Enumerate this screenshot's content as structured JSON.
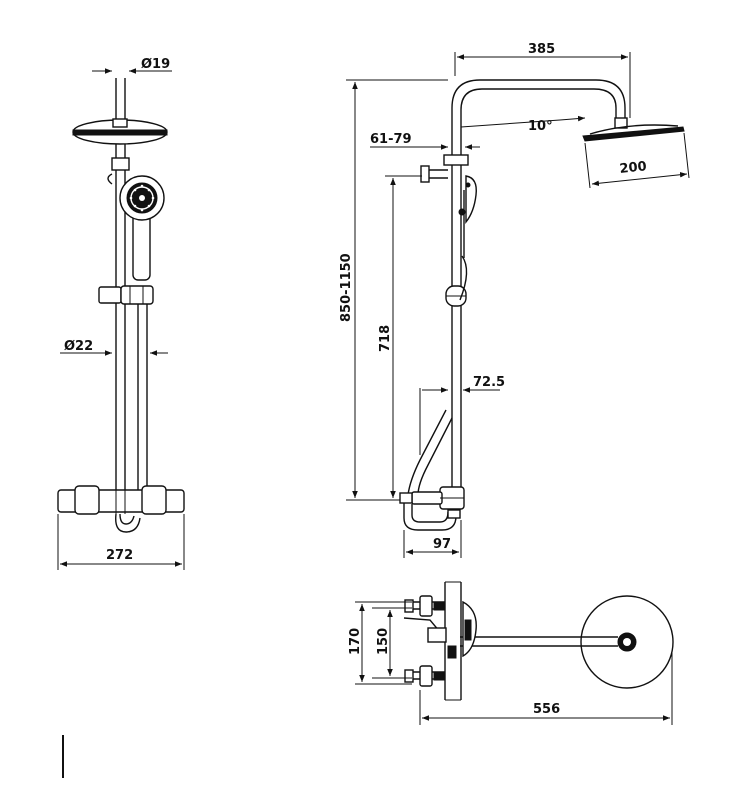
{
  "dimensions": {
    "front_top_diameter": "Ø19",
    "front_bar_diameter": "Ø22",
    "front_width": "272",
    "side_arm_length": "385",
    "side_angle": "10°",
    "side_head_diameter": "200",
    "side_offset": "61-79",
    "side_height_range": "850-1150",
    "side_bar_height": "718",
    "side_projection": "72.5",
    "side_bottom_depth": "97",
    "top_depth_outer": "170",
    "top_depth_inner": "150",
    "top_total_length": "556"
  }
}
